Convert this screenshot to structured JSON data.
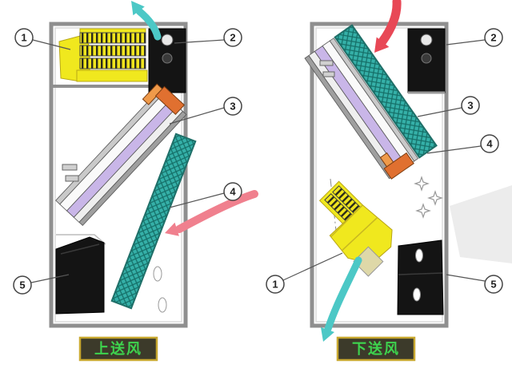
{
  "figure": {
    "left_unit": {
      "caption": "上送风",
      "callouts": [
        "1",
        "2",
        "3",
        "4",
        "5"
      ]
    },
    "right_unit": {
      "caption": "下送风",
      "callouts": [
        "1",
        "2",
        "3",
        "4",
        "5"
      ]
    },
    "palette": {
      "cabinet_stroke": "#8f8f8f",
      "fan_yellow": "#f0e81e",
      "coil_lavender": "#c9b6e8",
      "coil_orange": "#e07030",
      "screen_teal": "#35b0a8",
      "supply_arrow_teal": "#4cc8c6",
      "return_arrow_pink": "#f0808e",
      "inlet_arrow_red": "#e84856",
      "component_black": "#141414",
      "caption_bg": "#3c3a2a",
      "caption_border": "#c8a830",
      "caption_text": "#3ed44e"
    }
  }
}
